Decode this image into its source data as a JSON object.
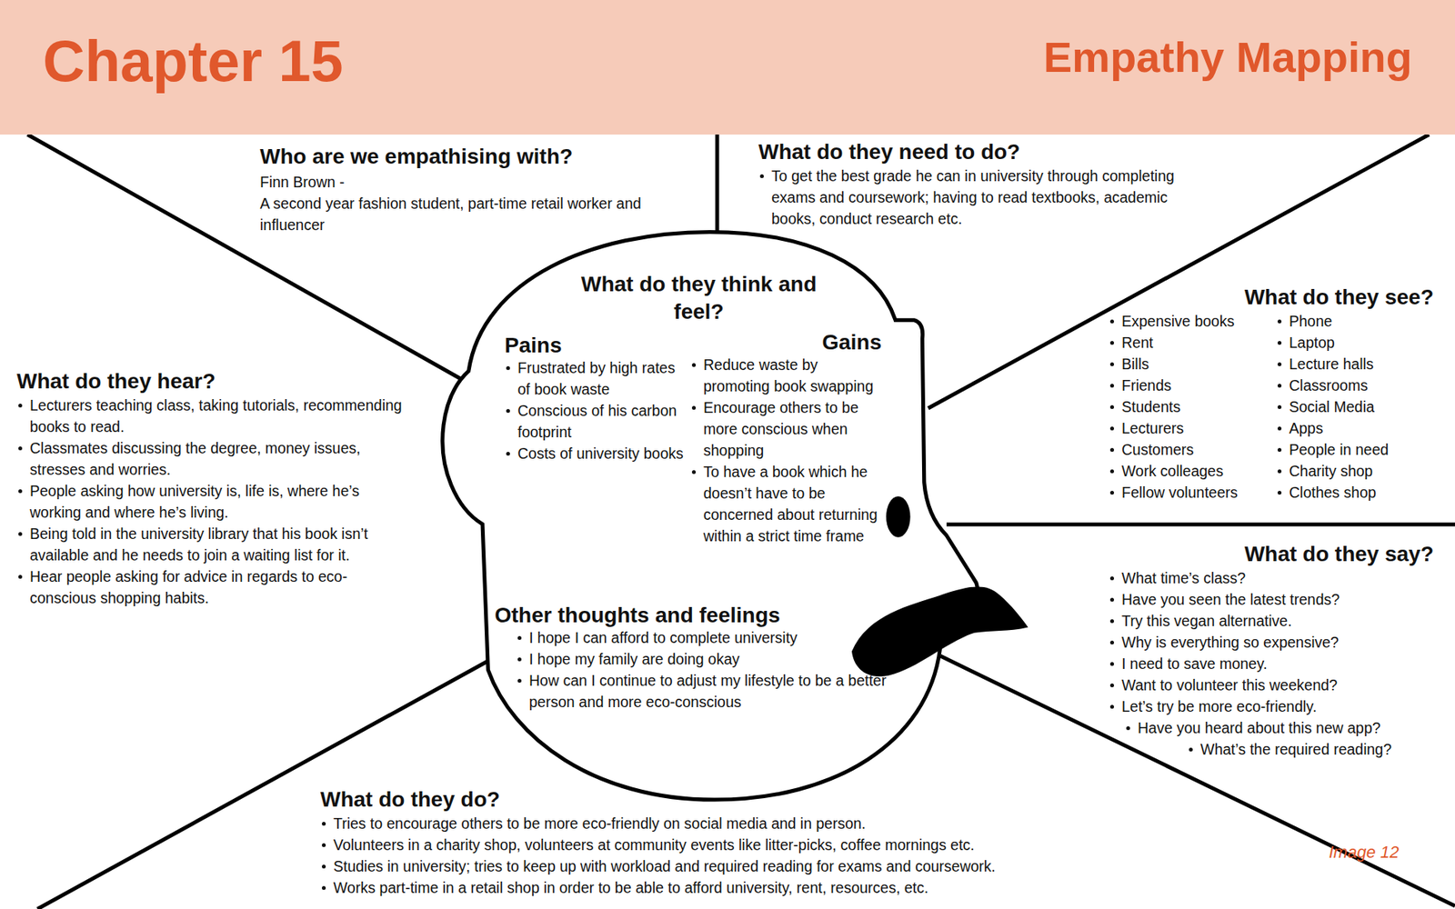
{
  "diagram": {
    "nodes": [
      {
        "text": [
          "Chapter 15",
          "Empathy Mapping"
        ]
      },
      {
        "text": [
          "Who are we empathising with?",
          "Finn Brown -",
          "A second year fashion student, part-time retail worker and influencer"
        ]
      },
      {
        "text": [
          "What do they need to do?",
          "To get the best grade he can in university through completing exams and coursework; having to read textbooks, academic books, conduct research etc."
        ]
      },
      {
        "text": [
          "What do they hear?",
          "Lecturers teaching class, taking tutorials, recommending books to read.",
          "Classmates discussing the degree, money issues, stresses and worries.",
          "People asking how university is, life is, where he’s working and where he’s living.",
          "Being told in the university library that his book isn’t available and he needs to join a waiting list for it.",
          "Hear people asking for advice in regards to eco-conscious shopping habits."
        ]
      },
      {
        "text": [
          "What do they think and feel?"
        ]
      },
      {
        "text": [
          "Pains",
          "Frustrated by high rates of book waste",
          "Conscious of his carbon footprint",
          "Costs of university books"
        ],
        "in": 4
      },
      {
        "text": [
          "Gains",
          "Reduce waste by promoting book swapping",
          "Encourage others to be more conscious when shopping",
          "To have a book which he doesn’t have to be concerned about returning within a strict time frame"
        ],
        "in": 4
      },
      {
        "text": [
          "Other thoughts and feelings",
          "I hope I can afford to complete university",
          "I hope my family are doing okay",
          "How can I continue to adjust my lifestyle to be a better person and more eco-conscious"
        ],
        "in": 4
      },
      {
        "text": [
          "What do they see?",
          "Expensive books",
          "Rent",
          "Bills",
          "Friends",
          "Students",
          "Lecturers",
          "Customers",
          "Work colleages",
          "Fellow volunteers",
          "Phone",
          "Laptop",
          "Lecture halls",
          "Classrooms",
          "Social Media",
          "Apps",
          "People in need",
          "Charity shop",
          "Clothes shop"
        ]
      },
      {
        "text": [
          "What do they say?",
          "What time’s class?",
          "Have you seen the latest trends?",
          "Try this vegan alternative.",
          "Why is everything so expensive?",
          "I need to save money.",
          "Want to volunteer this weekend?",
          "Let’s try be more eco-friendly.",
          "Have you heard about this new app?",
          "What’s the required reading?"
        ]
      },
      {
        "text": [
          "What do they do?",
          "Tries to encourage others to be more eco-friendly on social media and in person.",
          "Volunteers in a charity shop, volunteers at community events like litter-picks, coffee mornings etc.",
          "Studies in university; tries to keep up with workload and required reading for exams and coursework.",
          "Works part-time in a retail shop in order to be able to afford university, rent, resources, etc."
        ]
      }
    ],
    "labels": [
      "Image 12"
    ]
  }
}
